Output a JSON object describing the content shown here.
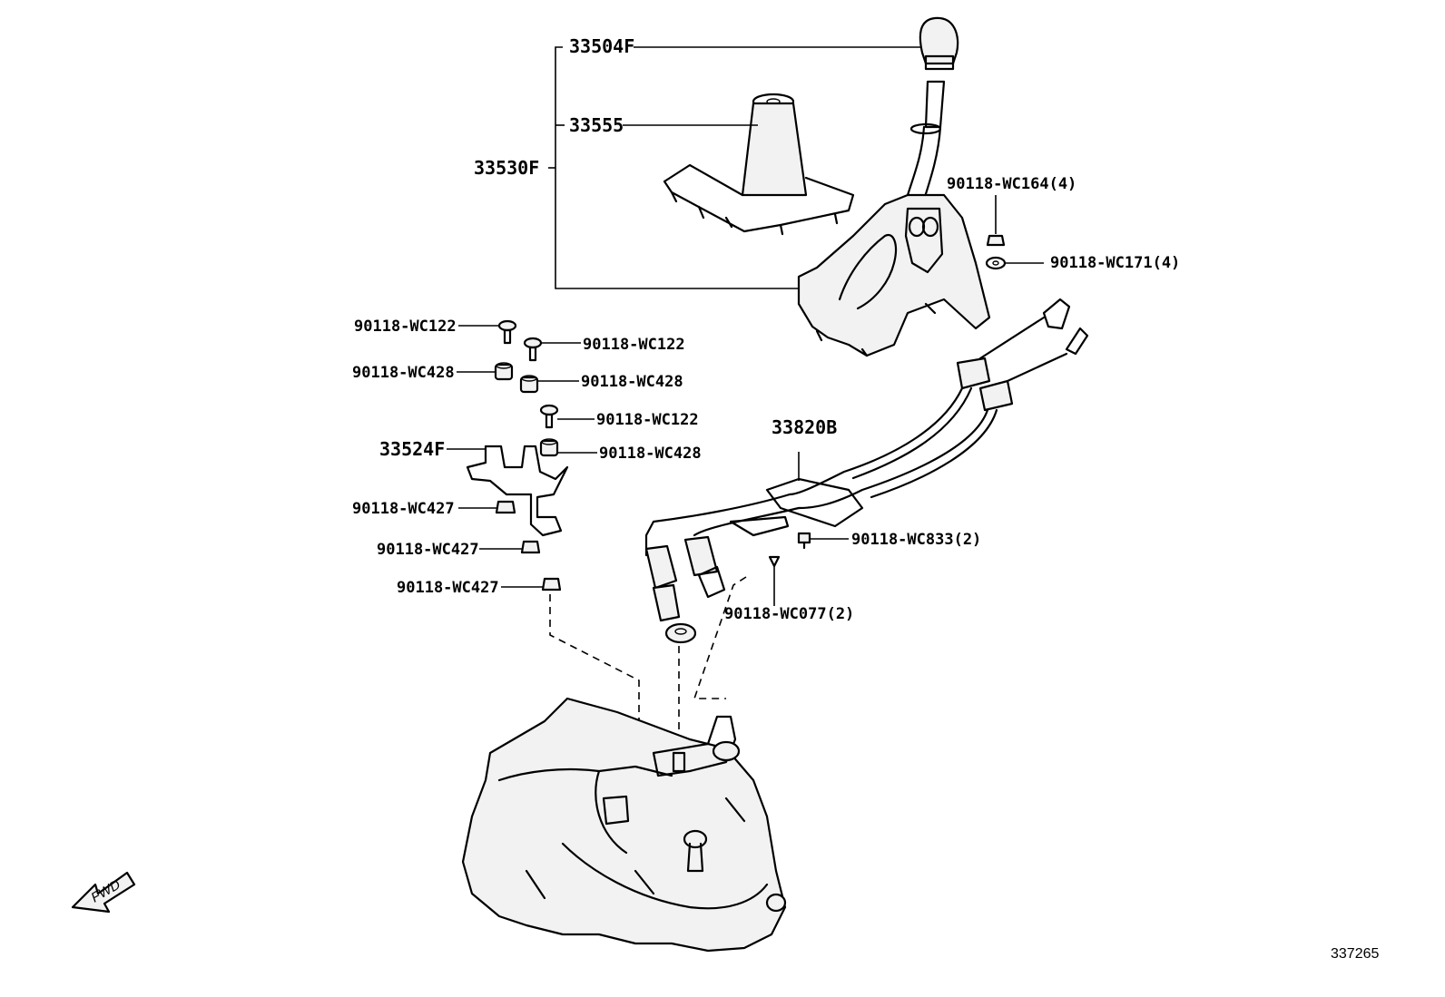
{
  "diagram": {
    "labels": {
      "shift_knob": "33504F",
      "boot": "33555",
      "shift_lever_assy": "33530F",
      "cable_assy": "33820B",
      "bracket": "33524F",
      "nut_c164": "90118-WC164(4)",
      "washer_c171": "90118-WC171(4)",
      "bolt_c122_a": "90118-WC122",
      "bolt_c122_b": "90118-WC122",
      "bolt_c122_c": "90118-WC122",
      "bush_c428_a": "90118-WC428",
      "bush_c428_b": "90118-WC428",
      "bush_c428_c": "90118-WC428",
      "nut_c427_a": "90118-WC427",
      "nut_c427_b": "90118-WC427",
      "nut_c427_c": "90118-WC427",
      "bolt_c833": "90118-WC833(2)",
      "clip_c077": "90118-WC077(2)"
    },
    "fwd_label": "FWD",
    "diagram_code": "337265"
  }
}
